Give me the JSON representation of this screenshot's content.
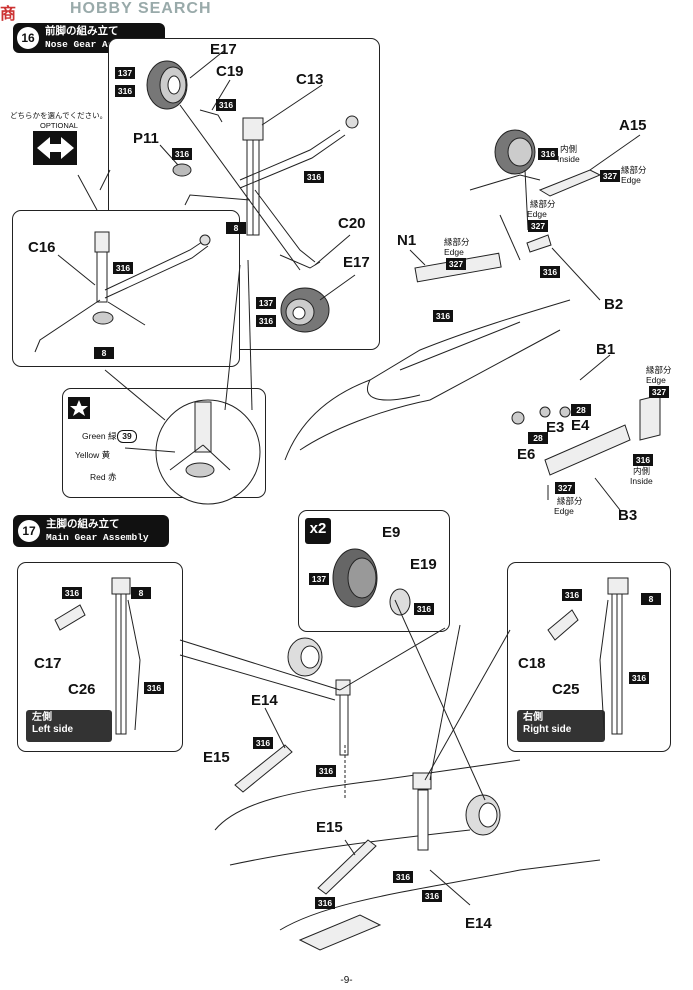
{
  "watermark": "HOBBY SEARCH",
  "watermark_prefix": "商",
  "step16": {
    "number": "16",
    "title_jp": "前脚の組み立て",
    "title_en": "Nose Gear Assembly",
    "labels": {
      "E17_top": "E17",
      "C19": "C19",
      "C13": "C13",
      "P11": "P11",
      "C20": "C20",
      "E17_bottom": "E17",
      "C16": "C16"
    },
    "paints": {
      "p137a": "137",
      "p316a": "316",
      "p316b": "316",
      "p316c": "316",
      "p316d": "316",
      "p8a": "8",
      "p137b": "137",
      "p316e": "316",
      "p316f": "316",
      "p8b": "8"
    },
    "optional_jp": "どちらかを選んでください。",
    "optional_en": "OPTIONAL",
    "star_panel": {
      "green": "Green 緑",
      "green_code": "39",
      "yellow": "Yellow 黄",
      "red": "Red 赤"
    }
  },
  "fuselage": {
    "labels": {
      "A15": "A15",
      "N1": "N1",
      "B2": "B2",
      "B1": "B1",
      "E3": "E3",
      "E4": "E4",
      "E6": "E6",
      "B3": "B3"
    },
    "inside_jp": "内側",
    "inside_en": "Inside",
    "edge_jp": "縁部分",
    "edge_en": "Edge",
    "paints": {
      "p316_a15": "316",
      "p327_a15": "327",
      "p327_n1": "327",
      "p316_n1": "316",
      "p316_b2": "316",
      "p327_b1": "327",
      "p316_b1": "316",
      "p28a": "28",
      "p28b": "28",
      "p327_b3": "327"
    }
  },
  "step17": {
    "number": "17",
    "title_jp": "主脚の組み立て",
    "title_en": "Main Gear Assembly",
    "wheel_box": {
      "qty": "x2",
      "E9": "E9",
      "E19": "E19",
      "p137": "137",
      "p316": "316"
    },
    "left": {
      "C17": "C17",
      "C26": "C26",
      "p316a": "316",
      "p8": "8",
      "p316b": "316",
      "tag_jp": "左側",
      "tag_en": "Left side"
    },
    "right": {
      "C18": "C18",
      "C25": "C25",
      "p316a": "316",
      "p8": "8",
      "p316b": "316",
      "tag_jp": "右側",
      "tag_en": "Right side"
    },
    "labels": {
      "E14_top": "E14",
      "E15_top": "E15",
      "E15_bot": "E15",
      "E14_bot": "E14"
    },
    "paints": {
      "p316_1": "316",
      "p316_2": "316",
      "p316_3": "316",
      "p316_4": "316",
      "p316_5": "316"
    }
  },
  "page_number": "-9-"
}
